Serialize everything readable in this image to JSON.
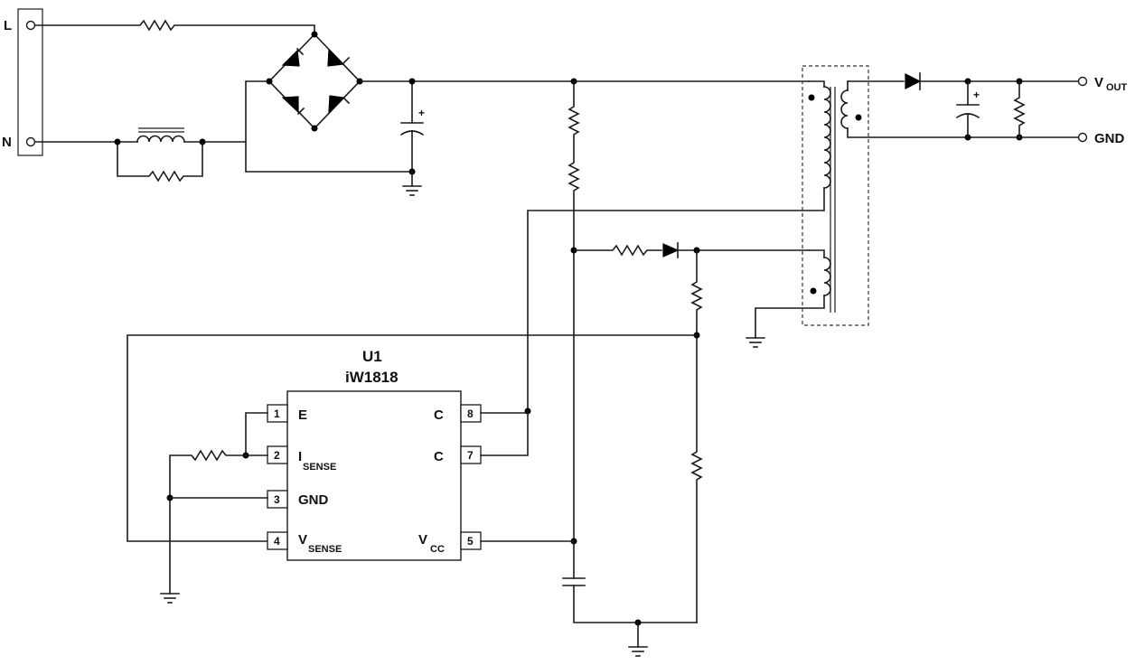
{
  "terminals": {
    "line": "L",
    "neutral": "N",
    "vout_main": "V",
    "vout_sub": "OUT",
    "gnd": "GND"
  },
  "chip": {
    "ref": "U1",
    "part": "iW1818",
    "pins": [
      {
        "num": "1",
        "label": "E",
        "sub": ""
      },
      {
        "num": "2",
        "label": "I",
        "sub": "SENSE"
      },
      {
        "num": "3",
        "label": "GND",
        "sub": ""
      },
      {
        "num": "4",
        "label": "V",
        "sub": "SENSE"
      },
      {
        "num": "8",
        "label": "C",
        "sub": ""
      },
      {
        "num": "7",
        "label": "C",
        "sub": ""
      },
      {
        "num": "5",
        "label": "V",
        "sub": "CC"
      }
    ]
  },
  "polarity": {
    "bulk_cap": "+",
    "out_cap": "+"
  }
}
